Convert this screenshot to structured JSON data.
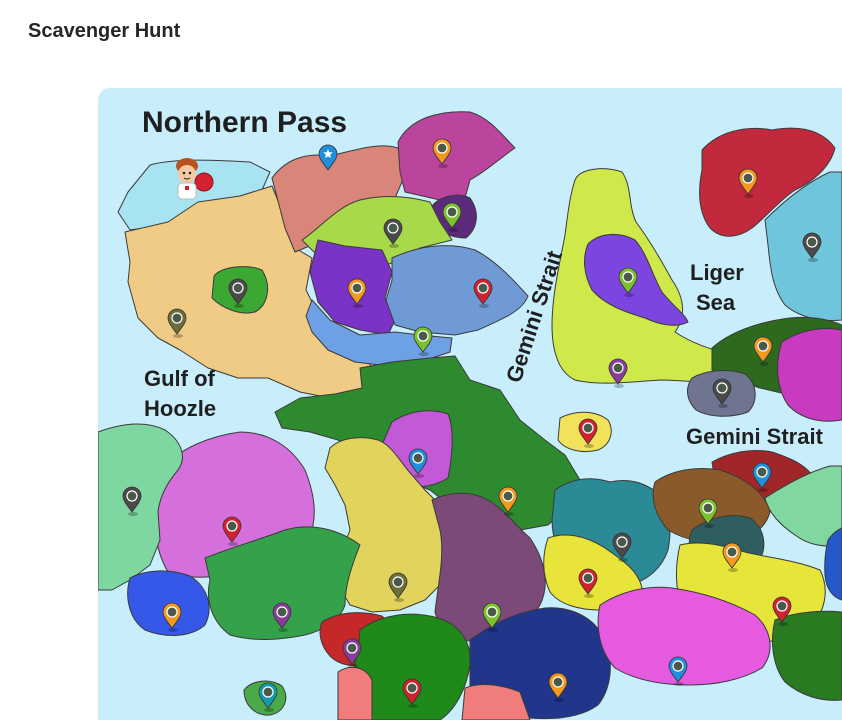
{
  "page": {
    "title": "Scavenger Hunt"
  },
  "map": {
    "water_color": "#c9eefb",
    "labels": {
      "northern_pass": "Northern Pass",
      "gulf_of_hoozle_line1": "Gulf of",
      "gulf_of_hoozle_line2": "Hoozle",
      "gemini_strait_vertical": "Gemini Strait",
      "liger_sea_line1": "Liger",
      "liger_sea_line2": "Sea",
      "gemini_strait_horizontal": "Gemini Strait"
    },
    "pin_colors": {
      "orange": "#f39a1e",
      "dark": "#4a4a4a",
      "olive": "#6e6e3a",
      "green": "#7cc22e",
      "red": "#d4212f",
      "blue": "#1e8fd8",
      "purple": "#8a3c9c",
      "teal": "#149bb0"
    },
    "player": {
      "icon": "boy-avatar-icon",
      "badge": "red-pin-icon"
    },
    "star_marker": {
      "icon": "blue-star-pin-icon"
    }
  }
}
